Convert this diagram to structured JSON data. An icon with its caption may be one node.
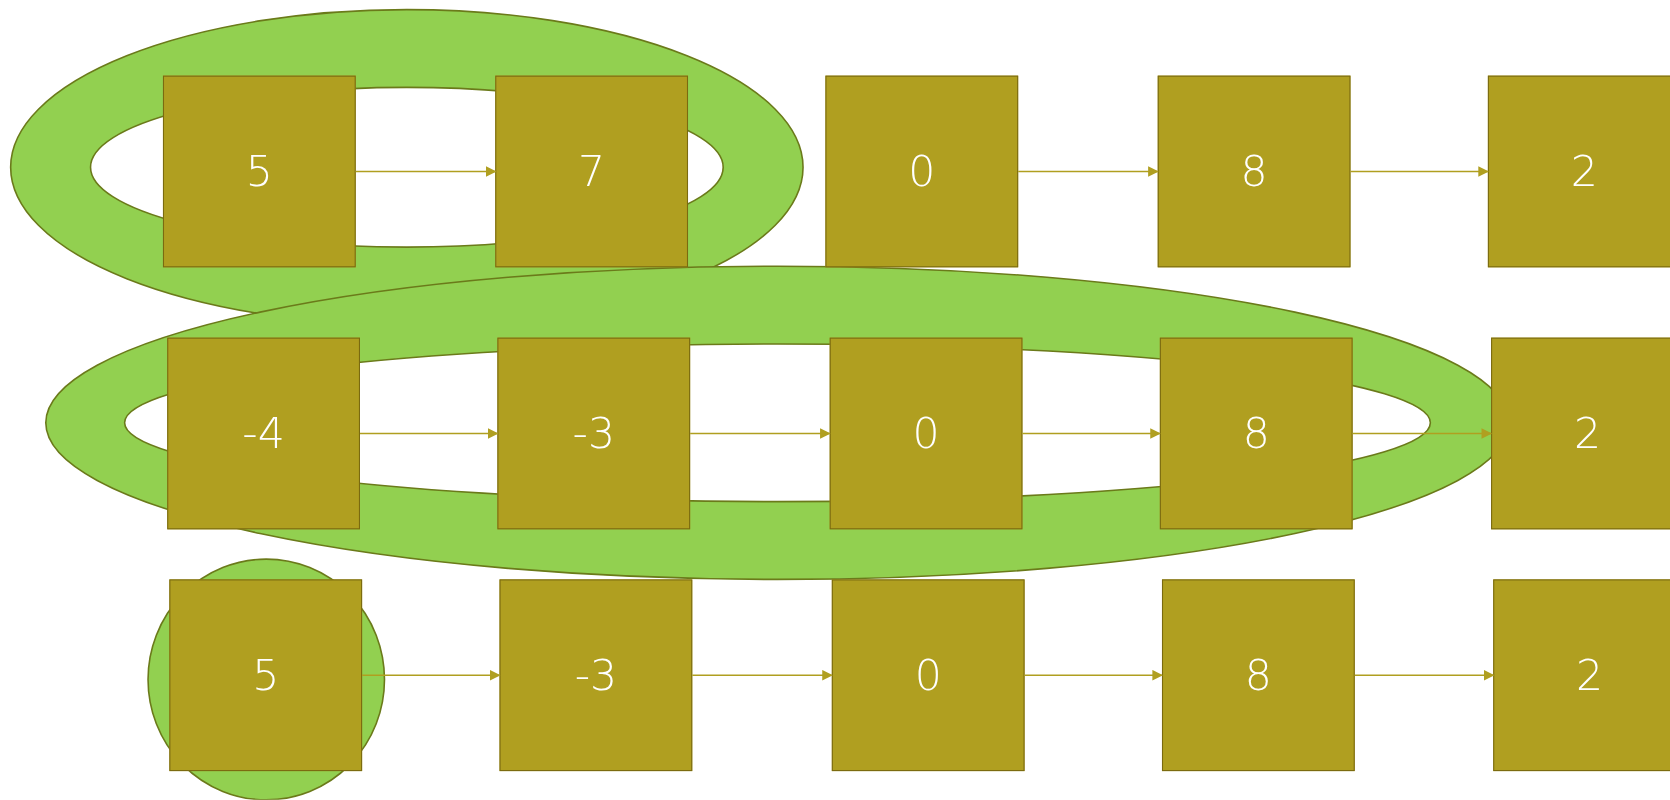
{
  "diagram": {
    "nodes": [
      {
        "text": [
          "5"
        ]
      },
      {
        "text": [
          "7"
        ]
      },
      {
        "text": [
          "0"
        ]
      },
      {
        "text": [
          "8"
        ]
      },
      {
        "text": [
          "2"
        ]
      },
      {
        "text": [
          "-4"
        ]
      },
      {
        "text": [
          "-3"
        ]
      },
      {
        "text": [
          "0"
        ]
      },
      {
        "text": [
          "8"
        ]
      },
      {
        "text": [
          "2"
        ]
      },
      {
        "text": [
          "5"
        ]
      },
      {
        "text": [
          "-3"
        ]
      },
      {
        "text": [
          "0"
        ]
      },
      {
        "text": [
          "8"
        ]
      },
      {
        "text": [
          "2"
        ]
      }
    ],
    "edges": [
      {
        "from": 0,
        "to": 1,
        "arrow": "to"
      },
      {
        "from": 2,
        "to": 3,
        "arrow": "to"
      },
      {
        "from": 3,
        "to": 4,
        "arrow": "to"
      },
      {
        "from": 5,
        "to": 6,
        "arrow": "to"
      },
      {
        "from": 6,
        "to": 7,
        "arrow": "to"
      },
      {
        "from": 7,
        "to": 8,
        "arrow": "to"
      },
      {
        "from": 8,
        "to": 9,
        "arrow": "to"
      },
      {
        "from": 10,
        "to": 11,
        "arrow": "to"
      },
      {
        "from": 11,
        "to": 12,
        "arrow": "to"
      },
      {
        "from": 12,
        "to": 13,
        "arrow": "to"
      },
      {
        "from": 13,
        "to": 14,
        "arrow": "to"
      }
    ]
  }
}
